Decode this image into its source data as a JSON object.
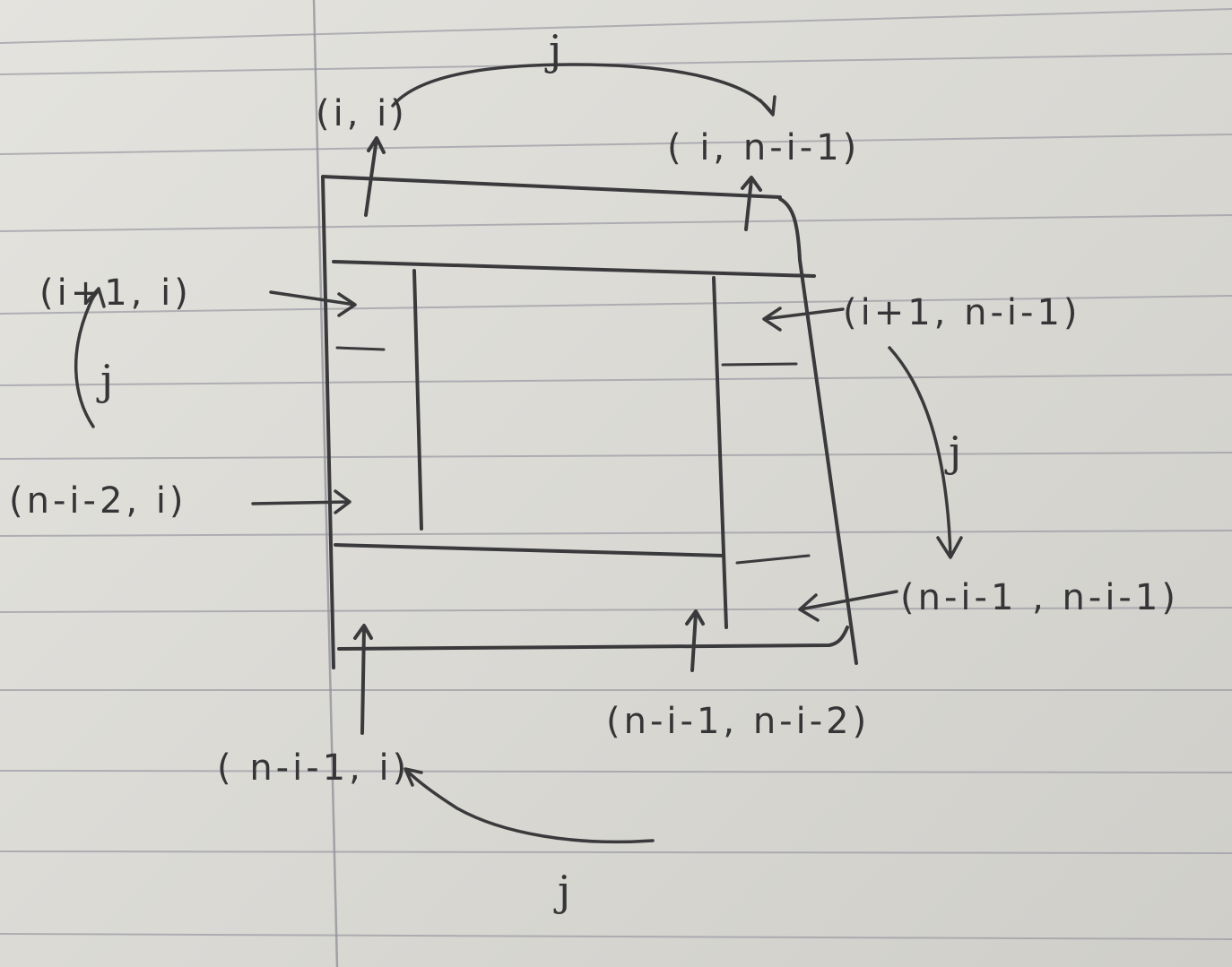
{
  "labels": {
    "top_left": "(i, i)",
    "top_right": "( i, n-i-1)",
    "left_upper": "(i+1, i)",
    "left_lower": "(n-i-2, i)",
    "right_upper": "(i+1, n-i-1)",
    "right_lower": "(n-i-1 , n-i-1)",
    "bottom_right": "(n-i-1, n-i-2)",
    "bottom_left": "( n-i-1, i)"
  },
  "loop_index_labels": {
    "top": "j",
    "left": "j",
    "right": "j",
    "bottom": "j"
  }
}
